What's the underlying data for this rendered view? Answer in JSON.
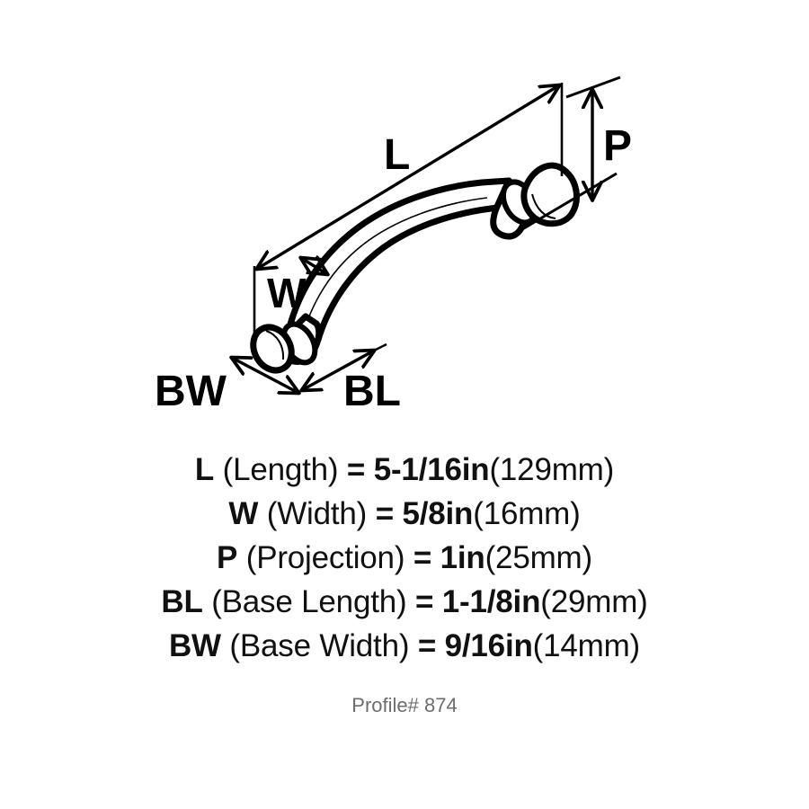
{
  "diagram": {
    "title": "Cabinet pull dimension diagram",
    "product": "arched cabinet pull handle",
    "line_color": "#000000",
    "background_color": "#ffffff",
    "labels": {
      "length": "L",
      "width": "W",
      "projection": "P",
      "base_length": "BL",
      "base_width": "BW"
    }
  },
  "specs": [
    {
      "code": "L",
      "name": "(Length)",
      "equals": "=",
      "imperial": "5-1/16in",
      "metric": "(129mm)"
    },
    {
      "code": "W",
      "name": "(Width)",
      "equals": "=",
      "imperial": "5/8in",
      "metric": "(16mm)"
    },
    {
      "code": "P",
      "name": "(Projection)",
      "equals": "=",
      "imperial": "1in",
      "metric": "(25mm)"
    },
    {
      "code": "BL",
      "name": "(Base Length)",
      "equals": "=",
      "imperial": "1-1/8in",
      "metric": "(29mm)"
    },
    {
      "code": "BW",
      "name": "(Base Width)",
      "equals": "=",
      "imperial": "9/16in",
      "metric": "(14mm)"
    }
  ],
  "footer": {
    "profile": "Profile# 874"
  }
}
